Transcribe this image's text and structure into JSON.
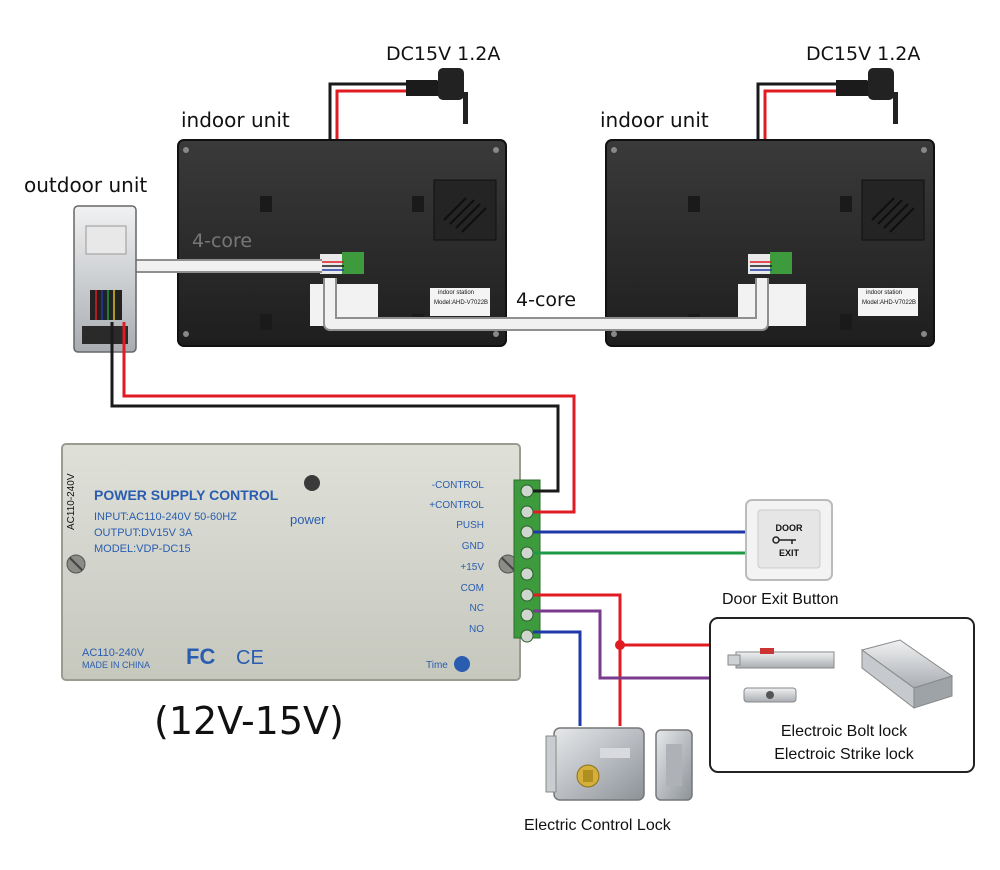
{
  "labels": {
    "power_adapter": "DC15V 1.2A",
    "indoor_unit": "indoor unit",
    "outdoor_unit": "outdoor unit",
    "cable_4core": "4-core",
    "voltage": "(12V-15V)",
    "door_exit_button": "Door Exit Button",
    "electric_control_lock": "Electric Control Lock",
    "bolt_lock": "Electroic Bolt lock",
    "strike_lock": "Electroic Strike lock"
  },
  "indoor_station": {
    "sticker_title": "indoor station",
    "model": "Model:AHD-V7022B"
  },
  "power_supply": {
    "title": "POWER SUPPLY CONTROL",
    "input": "INPUT:AC110-240V 50-60HZ",
    "output": "OUTPUT:DV15V 3A",
    "model": "MODEL:VDP-DC15",
    "side_label": "AC110-240V",
    "bottom_label": "AC110-240V",
    "made_in": "MADE IN CHINA",
    "fc_mark": "FC",
    "ce_mark": "CE",
    "power_label": "power",
    "time_label": "Time",
    "terminals": [
      "-CONTROL",
      "+CONTROL",
      "PUSH",
      "GND",
      "+15V",
      "COM",
      "NC",
      "NO"
    ]
  },
  "exit_button": {
    "line1": "DOOR",
    "line2": "EXIT"
  },
  "colors": {
    "red_wire": "#e01b22",
    "black_wire": "#1a1a1a",
    "blue_wire": "#1f3aa8",
    "green_wire": "#1e9a46",
    "purple_wire": "#7a3a8e",
    "terminal_green": "#3d9a3d",
    "psu_body": "#d3d5cc",
    "psu_title": "#2a5db0",
    "monitor_body": "#2b2b2b"
  }
}
